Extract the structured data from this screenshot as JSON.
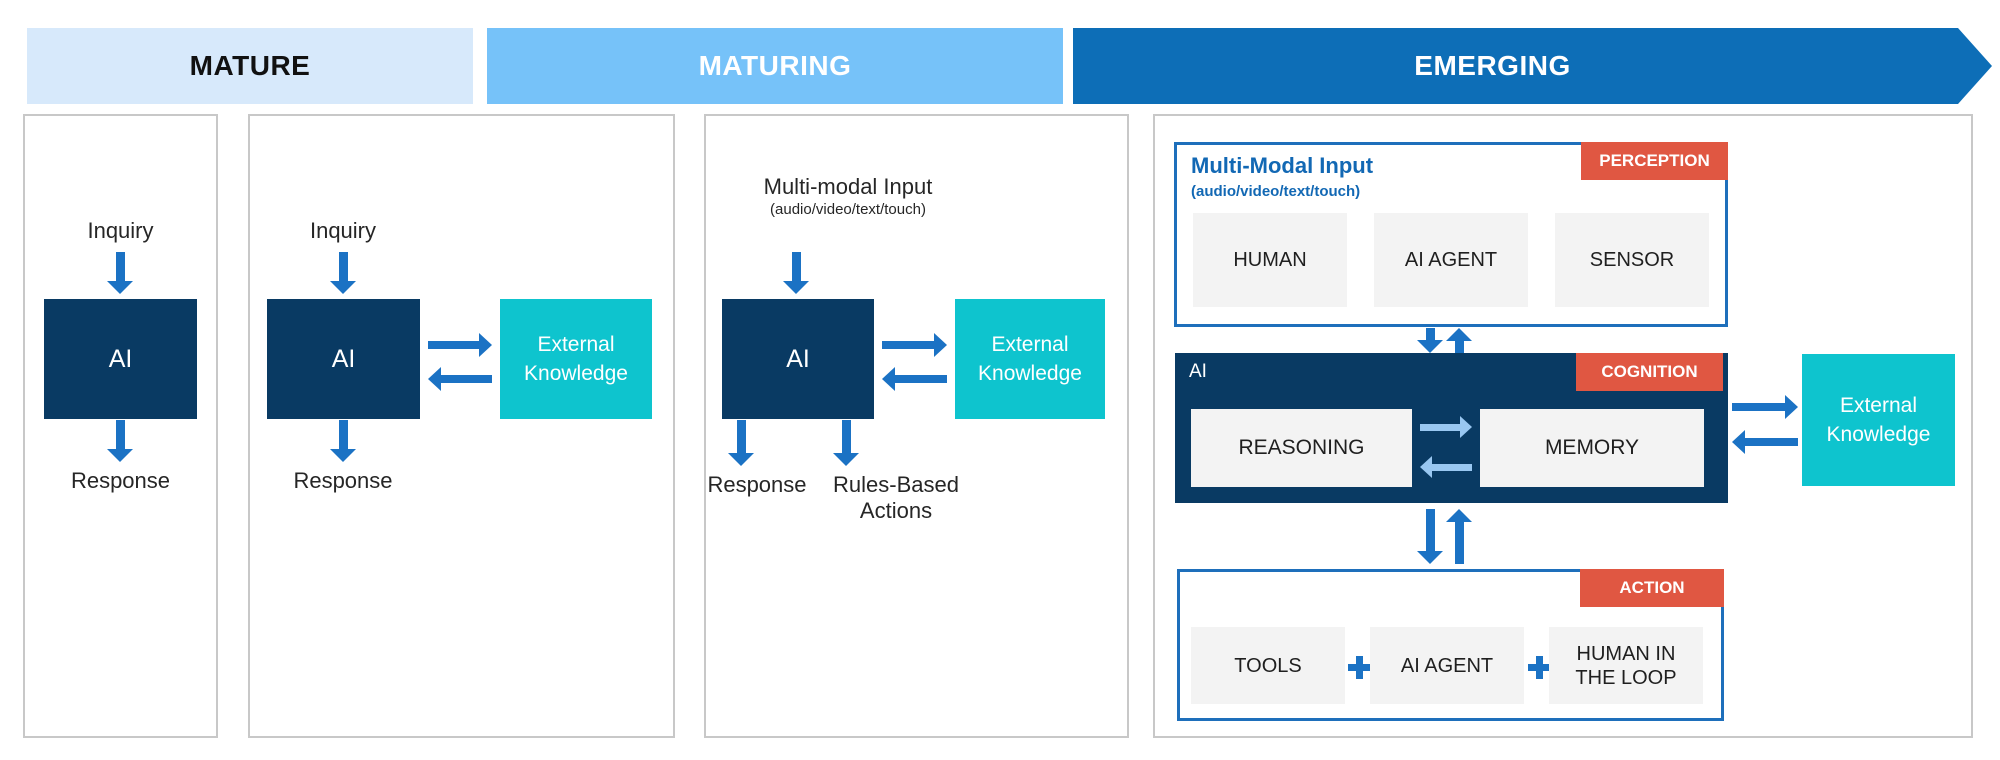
{
  "colors": {
    "mature_bg": "#D7E9FB",
    "maturing_bg": "#76C2F9",
    "emerging_bg": "#0D6EB7",
    "navy": "#093A63",
    "teal": "#0EC4CE",
    "tag_red": "#E05742",
    "arrow": "#1B72C4",
    "arrow_light": "#99C7F1",
    "box_border_blue": "#1E6FBB",
    "title_blue": "#1268B4",
    "gray_box": "#F3F3F3",
    "panel_border": "#C8C8C8",
    "text": "#262626"
  },
  "banner": {
    "stages": [
      {
        "label": "MATURE"
      },
      {
        "label": "MATURING"
      },
      {
        "label": "EMERGING"
      }
    ]
  },
  "panels": {
    "p1": {
      "input": "Inquiry",
      "ai": "AI",
      "output": "Response"
    },
    "p2": {
      "input": "Inquiry",
      "ai": "AI",
      "external": "External Knowledge",
      "output": "Response"
    },
    "p3": {
      "input_title": "Multi-modal Input",
      "input_subtitle": "(audio/video/text/touch)",
      "ai": "AI",
      "external": "External Knowledge",
      "output": "Response",
      "action": "Rules-Based Actions"
    },
    "p4": {
      "perception": {
        "tag": "PERCEPTION",
        "title": "Multi-Modal Input",
        "subtitle": "(audio/video/text/touch)",
        "items": [
          "HUMAN",
          "AI AGENT",
          "SENSOR"
        ]
      },
      "cognition": {
        "tag": "COGNITION",
        "ai": "AI",
        "items": [
          "REASONING",
          "MEMORY"
        ]
      },
      "external": "External Knowledge",
      "action": {
        "tag": "ACTION",
        "items": [
          "TOOLS",
          "AI AGENT",
          "HUMAN IN THE LOOP"
        ]
      }
    }
  }
}
